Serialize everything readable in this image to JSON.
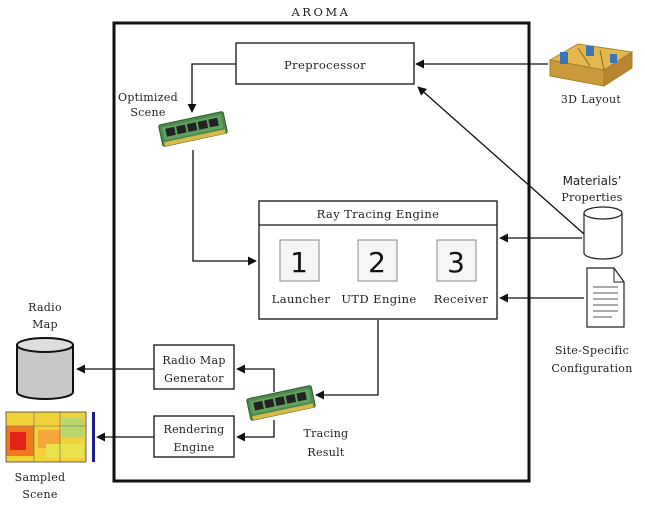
{
  "diagram": {
    "title": "AROMA",
    "preprocessor": "Preprocessor",
    "optimized_scene": [
      "Optimized",
      "Scene"
    ],
    "layout_3d": "3D Layout",
    "materials": [
      "Materials’",
      "Properties"
    ],
    "site_config": [
      "Site-Specific",
      "Configuration"
    ],
    "ray_engine": {
      "title": "Ray Tracing Engine",
      "stages": [
        {
          "number": "1",
          "label": "Launcher"
        },
        {
          "number": "2",
          "label": "UTD Engine"
        },
        {
          "number": "3",
          "label": "Receiver"
        }
      ]
    },
    "radio_map": [
      "Radio",
      "Map"
    ],
    "radio_map_generator": [
      "Radio Map",
      "Generator"
    ],
    "rendering_engine": [
      "Rendering",
      "Engine"
    ],
    "tracing_result": [
      "Tracing",
      "Result"
    ],
    "sampled_scene": [
      "Sampled",
      "Scene"
    ]
  }
}
